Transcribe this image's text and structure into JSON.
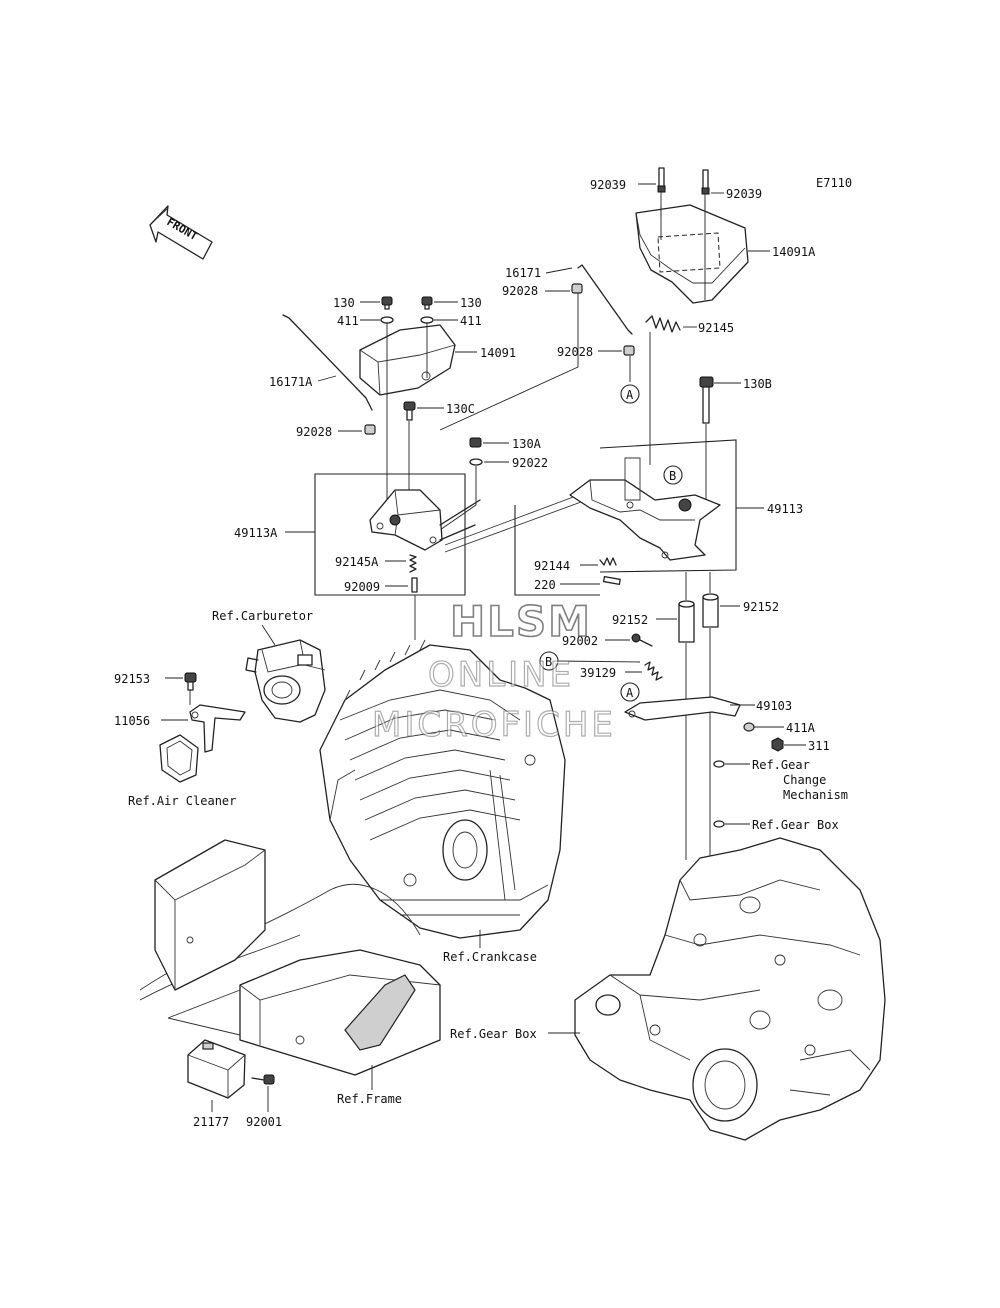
{
  "diagram_code": "E7110",
  "front_label": "FRONT",
  "watermark": {
    "line1": "HLSM",
    "line2": "ONLINE",
    "line3": "MICROFICHE"
  },
  "callouts": {
    "A": "A",
    "B": "B"
  },
  "parts": {
    "p92039_left": "92039",
    "p92039_right": "92039",
    "p14091A": "14091A",
    "p16171": "16171",
    "p92028_top": "92028",
    "p92028_mid": "92028",
    "p92145": "92145",
    "p130_left": "130",
    "p130_right": "130",
    "p411_left": "411",
    "p411_right": "411",
    "p14091": "14091",
    "p16171A": "16171A",
    "p130C": "130C",
    "p130B": "130B",
    "p92028_left": "92028",
    "p130A": "130A",
    "p92022": "92022",
    "p49113A": "49113A",
    "p49113": "49113",
    "p92145A": "92145A",
    "p92009": "92009",
    "p92144": "92144",
    "p220": "220",
    "p92152_left": "92152",
    "p92152_right": "92152",
    "p92002": "92002",
    "p39129": "39129",
    "p49103": "49103",
    "p411A": "411A",
    "p311": "311",
    "p92153": "92153",
    "p11056": "11056",
    "p21177": "21177",
    "p92001": "92001"
  },
  "references": {
    "carburetor": "Ref.Carburetor",
    "air_cleaner": "Ref.Air Cleaner",
    "gear_change_1": "Ref.Gear",
    "gear_change_2": "Change",
    "gear_change_3": "Mechanism",
    "gear_box_upper": "Ref.Gear Box",
    "crankcase": "Ref.Crankcase",
    "gear_box_lower": "Ref.Gear Box",
    "frame": "Ref.Frame"
  }
}
